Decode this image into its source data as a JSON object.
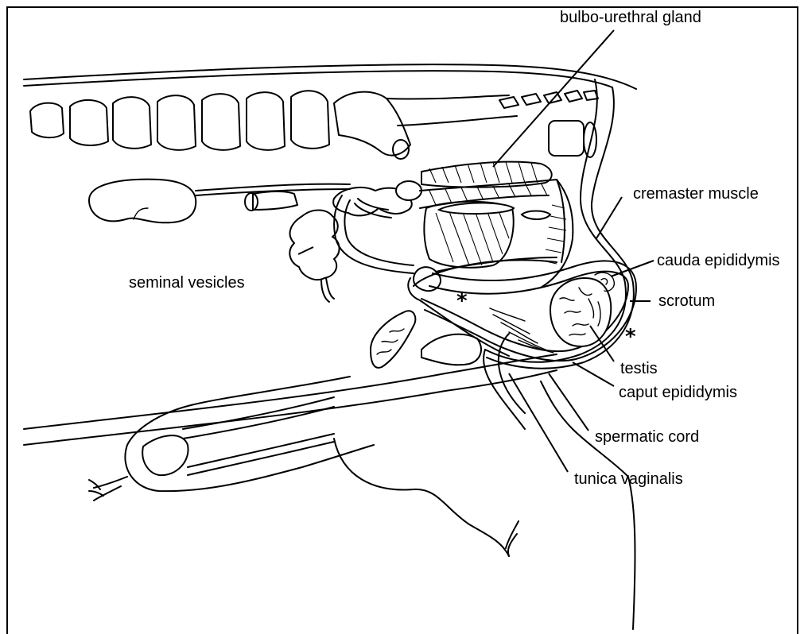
{
  "labels": {
    "bulbo_urethral_gland": "bulbo-urethral gland",
    "cremaster_muscle": "cremaster muscle",
    "cauda_epididymis": "cauda epididymis",
    "scrotum": "scrotum",
    "seminal_vesicles": "seminal vesicles",
    "testis": "testis",
    "caput_epididymis": "caput epididymis",
    "spermatic_cord": "spermatic cord",
    "tunica_vaginalis": "tunica vaginalis"
  },
  "markers": {
    "asterisk": "*"
  },
  "colors": {
    "line": "#000000",
    "background": "#ffffff"
  }
}
